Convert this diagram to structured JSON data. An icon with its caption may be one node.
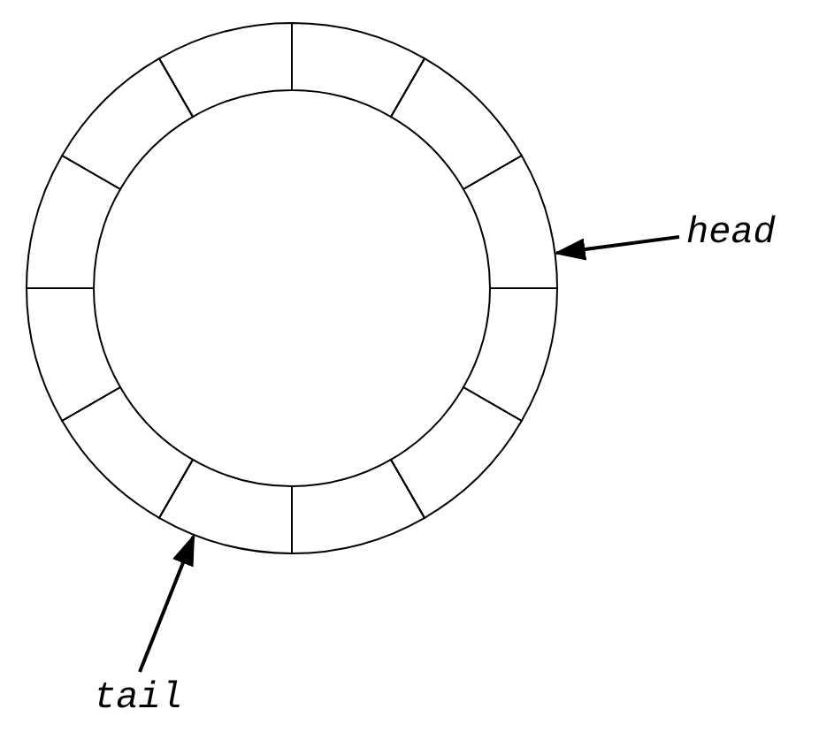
{
  "diagram": {
    "nodes": [
      {
        "text": [
          "head"
        ]
      },
      {
        "text": [],
        "shape": "box"
      },
      {
        "text": [],
        "shape": "box"
      },
      {
        "text": [
          "tail"
        ]
      }
    ],
    "edges": [
      {
        "from": 0,
        "to": 1,
        "arrow": "to"
      },
      {
        "from": 3,
        "to": 2,
        "arrow": "to"
      }
    ]
  }
}
